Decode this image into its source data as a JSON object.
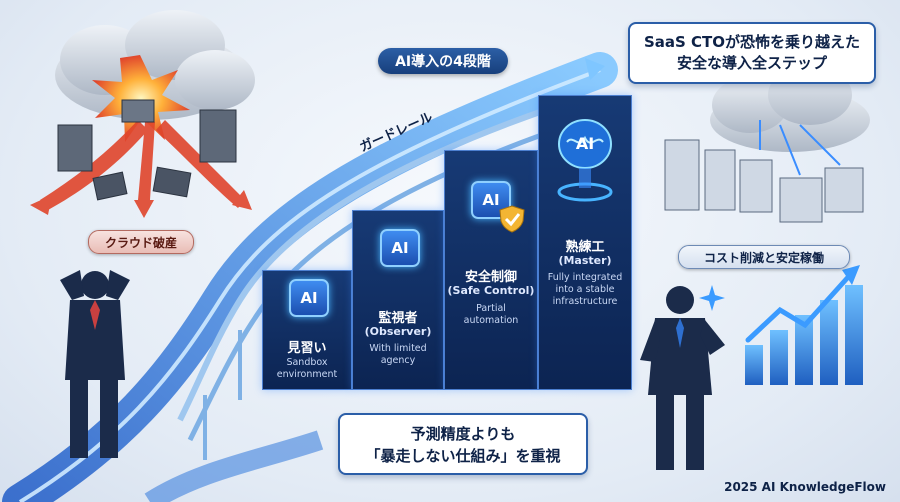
{
  "title_pill": "AI導入の4段階",
  "callout_top": {
    "line1": "SaaS CTOが恐怖を乗り越えた",
    "line2": "安全な導入全ステップ"
  },
  "callout_bottom": {
    "line1": "予測精度よりも",
    "line2": "「暴走しない仕組み」を重視"
  },
  "left_label": "クラウド破産",
  "right_label": "コスト削減と安定稼働",
  "guardrail_label": "ガードレール",
  "stages": [
    {
      "icon": "AI",
      "name": "見習い",
      "en": "",
      "desc1": "Sandbox",
      "desc2": "environment",
      "desc3": ""
    },
    {
      "icon": "AI",
      "name": "監視者",
      "en": "(Observer)",
      "desc1": "With limited",
      "desc2": "agency",
      "desc3": ""
    },
    {
      "icon": "AI",
      "name": "安全制御",
      "en": "(Safe Control)",
      "desc1": "Partial",
      "desc2": "automation",
      "desc3": ""
    },
    {
      "icon": "AI",
      "name": "熟練工",
      "en": "(Master)",
      "desc1": "Fully integrated",
      "desc2": "into a stable",
      "desc3": "infrastructure"
    }
  ],
  "footer": "2025 AI KnowledgeFlow",
  "colors": {
    "navy": "#0e2247",
    "panel": "#173a75",
    "glow": "#48b4ff",
    "danger": "#e0452c"
  }
}
